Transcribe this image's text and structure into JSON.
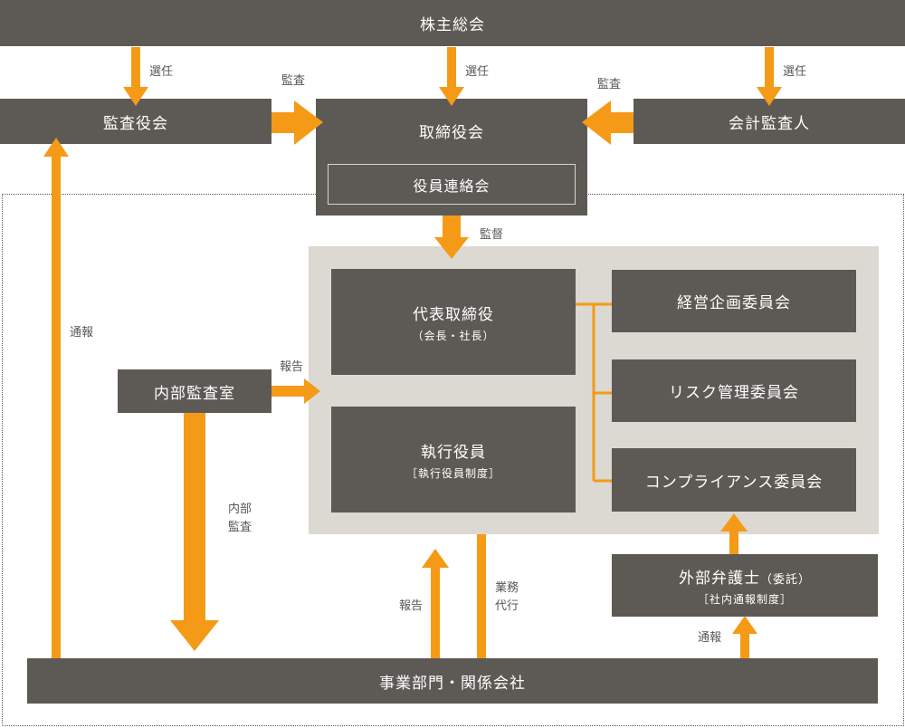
{
  "nodes": {
    "shareholders": "株主総会",
    "auditors": "監査役会",
    "board": "取締役会",
    "officers_meeting": "役員連絡会",
    "accounting_auditor": "会計監査人",
    "representative": "代表取締役",
    "representative_sub": "（会長・社長）",
    "executive": "執行役員",
    "executive_sub": "［執行役員制度］",
    "management_committee": "経営企画委員会",
    "risk_committee": "リスク管理委員会",
    "compliance_committee": "コンプライアンス委員会",
    "internal_audit": "内部監査室",
    "lawyer": "外部弁護士",
    "lawyer_note": "（委託）",
    "lawyer_sub": "［社内通報制度］",
    "business": "事業部門・関係会社"
  },
  "labels": {
    "elect_1": "選任",
    "elect_2": "選任",
    "elect_3": "選任",
    "audit_left": "監査",
    "audit_right": "監査",
    "supervision": "監督",
    "report_internal": "報告",
    "report_business": "報告",
    "whistle_left": "通報",
    "internal_audit_arrow": "内部\n監査",
    "business_agency": "業務\n代行",
    "whistle_right": "通報"
  },
  "colors": {
    "box": "#5d5a55",
    "arrow": "#f59a16",
    "panel": "#dcd8d2",
    "text_on_box": "#ffffff"
  }
}
